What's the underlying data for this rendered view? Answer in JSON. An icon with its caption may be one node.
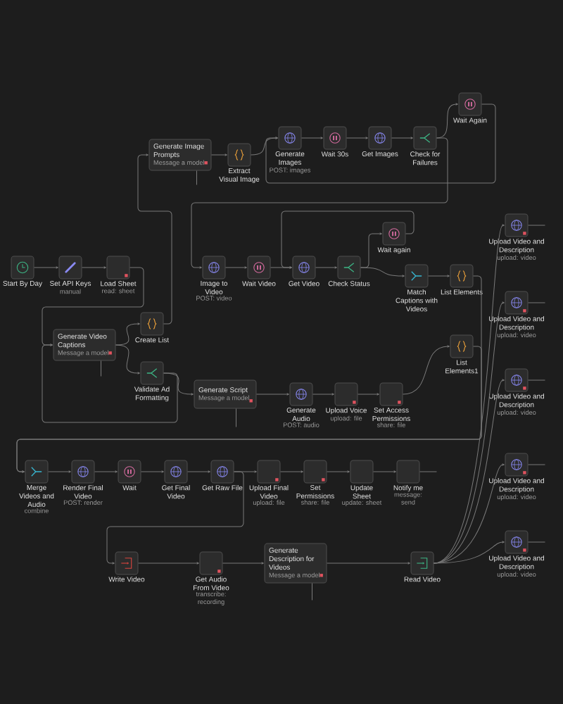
{
  "diagram": {
    "nodes": [
      {
        "text": [
          "Start By Day"
        ]
      },
      {
        "text": [
          "Set API Keys",
          "manual"
        ]
      },
      {
        "text": [
          "Load Sheet",
          "read: sheet"
        ]
      },
      {
        "text": [
          "Generate Video Captions",
          "Message a model"
        ]
      },
      {
        "text": [
          "Create List"
        ]
      },
      {
        "text": [
          "Validate Ad Formatting"
        ]
      },
      {
        "text": [
          "Generate Image Prompts",
          "Message a model"
        ]
      },
      {
        "text": [
          "Extract Visual Image"
        ]
      },
      {
        "text": [
          "Generate Images",
          "POST: images"
        ]
      },
      {
        "text": [
          "Wait 30s"
        ]
      },
      {
        "text": [
          "Get Images"
        ]
      },
      {
        "text": [
          "Check for Failures"
        ]
      },
      {
        "text": [
          "Wait Again"
        ]
      },
      {
        "text": [
          "Image to Video",
          "POST: video"
        ]
      },
      {
        "text": [
          "Wait Video"
        ]
      },
      {
        "text": [
          "Get Video"
        ]
      },
      {
        "text": [
          "Check Status"
        ]
      },
      {
        "text": [
          "Wait again"
        ]
      },
      {
        "text": [
          "Match Captions with Videos"
        ]
      },
      {
        "text": [
          "List Elements"
        ]
      },
      {
        "text": [
          "List Elements1"
        ]
      },
      {
        "text": [
          "Generate Script",
          "Message a model"
        ]
      },
      {
        "text": [
          "Generate Audio",
          "POST: audio"
        ]
      },
      {
        "text": [
          "Upload Voice",
          "upload: file"
        ]
      },
      {
        "text": [
          "Set Access Permissions",
          "share: file"
        ]
      },
      {
        "text": [
          "Merge Videos and Audio",
          "combine"
        ]
      },
      {
        "text": [
          "Render Final Video",
          "POST: render"
        ]
      },
      {
        "text": [
          "Wait"
        ]
      },
      {
        "text": [
          "Get Final Video"
        ]
      },
      {
        "text": [
          "Get Raw File"
        ]
      },
      {
        "text": [
          "Upload Final Video",
          "upload: file"
        ]
      },
      {
        "text": [
          "Set Permissions",
          "share: file"
        ]
      },
      {
        "text": [
          "Update Sheet",
          "update: sheet"
        ]
      },
      {
        "text": [
          "Notify me",
          "message: send"
        ]
      },
      {
        "text": [
          "Write Video"
        ]
      },
      {
        "text": [
          "Get Audio From Video",
          "transcribe: recording"
        ]
      },
      {
        "text": [
          "Generate Description for Videos",
          "Message a model"
        ]
      },
      {
        "text": [
          "Read Video"
        ]
      },
      {
        "text": [
          "Upload Video and Description",
          "upload: video"
        ]
      },
      {
        "text": [
          "Upload Video and Description",
          "upload: video"
        ]
      },
      {
        "text": [
          "Upload Video and Description",
          "upload: video"
        ]
      },
      {
        "text": [
          "Upload Video and Description",
          "upload: video"
        ]
      },
      {
        "text": [
          "Upload Video and Description",
          "upload: video"
        ]
      }
    ],
    "edges": [
      {
        "from": 0,
        "to": 1,
        "arrow": "to"
      },
      {
        "from": 1,
        "to": 2,
        "arrow": "to"
      },
      {
        "from": 2,
        "to": 3,
        "arrow": "to"
      },
      {
        "from": 3,
        "to": 4,
        "arrow": "to"
      },
      {
        "from": 3,
        "to": 5,
        "arrow": "to"
      },
      {
        "from": 4,
        "to": 6,
        "arrow": "to"
      },
      {
        "from": 5,
        "to": 21,
        "arrow": "to"
      },
      {
        "from": 5,
        "to": 3,
        "arrow": "to"
      },
      {
        "from": 6,
        "to": 7,
        "arrow": "to"
      },
      {
        "from": 7,
        "to": 8,
        "arrow": "to"
      },
      {
        "from": 8,
        "to": 9,
        "arrow": "to"
      },
      {
        "from": 9,
        "to": 10,
        "arrow": "to"
      },
      {
        "from": 10,
        "to": 11,
        "arrow": "to"
      },
      {
        "from": 11,
        "to": 12,
        "arrow": "to"
      },
      {
        "from": 12,
        "to": 8,
        "arrow": "to"
      },
      {
        "from": 11,
        "to": 13,
        "arrow": "to"
      },
      {
        "from": 13,
        "to": 14,
        "arrow": "to"
      },
      {
        "from": 14,
        "to": 15,
        "arrow": "to"
      },
      {
        "from": 15,
        "to": 16,
        "arrow": "to"
      },
      {
        "from": 16,
        "to": 17,
        "arrow": "to"
      },
      {
        "from": 17,
        "to": 15,
        "arrow": "to"
      },
      {
        "from": 16,
        "to": 18,
        "arrow": "to"
      },
      {
        "from": 18,
        "to": 19,
        "arrow": "to"
      },
      {
        "from": 21,
        "to": 22,
        "arrow": "to"
      },
      {
        "from": 22,
        "to": 23,
        "arrow": "to"
      },
      {
        "from": 23,
        "to": 24,
        "arrow": "to"
      },
      {
        "from": 24,
        "to": 20,
        "arrow": "to"
      },
      {
        "from": 19,
        "to": 25,
        "arrow": "to"
      },
      {
        "from": 20,
        "to": 25,
        "arrow": "to"
      },
      {
        "from": 25,
        "to": 26,
        "arrow": "to"
      },
      {
        "from": 26,
        "to": 27,
        "arrow": "to"
      },
      {
        "from": 27,
        "to": 28,
        "arrow": "to"
      },
      {
        "from": 28,
        "to": 29,
        "arrow": "to"
      },
      {
        "from": 29,
        "to": 30,
        "arrow": "to"
      },
      {
        "from": 30,
        "to": 31,
        "arrow": "to"
      },
      {
        "from": 31,
        "to": 32,
        "arrow": "to"
      },
      {
        "from": 32,
        "to": 33,
        "arrow": "to"
      },
      {
        "from": 29,
        "to": 34,
        "arrow": "to"
      },
      {
        "from": 34,
        "to": 35,
        "arrow": "to"
      },
      {
        "from": 35,
        "to": 36,
        "arrow": "to"
      },
      {
        "from": 36,
        "to": 37,
        "arrow": "to"
      },
      {
        "from": 37,
        "to": 38,
        "arrow": "to"
      },
      {
        "from": 37,
        "to": 39,
        "arrow": "to"
      },
      {
        "from": 37,
        "to": 40,
        "arrow": "to"
      },
      {
        "from": 37,
        "to": 41,
        "arrow": "to"
      },
      {
        "from": 37,
        "to": 42,
        "arrow": "to"
      },
      {
        "from": 33,
        "to": null,
        "arrow": "none"
      },
      {
        "from": 38,
        "to": null,
        "arrow": "none"
      },
      {
        "from": 39,
        "to": null,
        "arrow": "none"
      },
      {
        "from": 40,
        "to": null,
        "arrow": "none"
      },
      {
        "from": 41,
        "to": null,
        "arrow": "none"
      },
      {
        "from": 42,
        "to": null,
        "arrow": "none"
      },
      {
        "from": 3,
        "to": null,
        "arrow": "none"
      },
      {
        "from": 6,
        "to": null,
        "arrow": "none"
      },
      {
        "from": 21,
        "to": null,
        "arrow": "none"
      },
      {
        "from": 36,
        "to": null,
        "arrow": "none"
      }
    ]
  }
}
